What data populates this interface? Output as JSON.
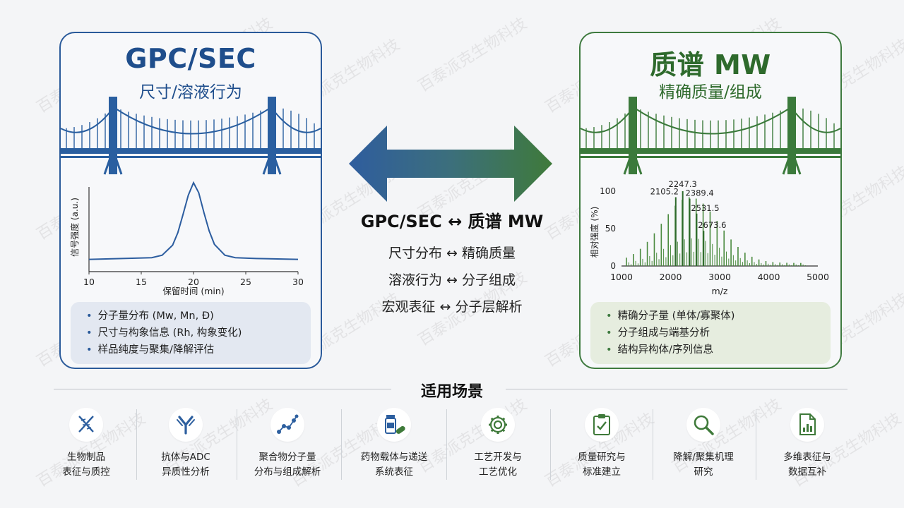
{
  "left": {
    "title": "GPC/SEC",
    "subtitle": "尺寸/溶液行为",
    "chart": {
      "ylabel": "信号强度 (a.u.)",
      "xlabel": "保留时间 (min)",
      "xticks": [
        "10",
        "15",
        "20",
        "25",
        "30"
      ]
    },
    "bullets": [
      "分子量分布 (Mw, Mn, Đ)",
      "尺寸与构象信息 (Rh, 构象变化)",
      "样品纯度与聚集/降解评估"
    ]
  },
  "right": {
    "title": "质谱 MW",
    "subtitle": "精确质量/组成",
    "chart": {
      "ylabel": "相对强度 (%)",
      "xlabel": "m/z",
      "xticks": [
        "1000",
        "2000",
        "3000",
        "4000",
        "5000"
      ],
      "yticks": [
        "0",
        "50",
        "100"
      ],
      "peak_labels": [
        "2247.3",
        "2105.2",
        "2389.4",
        "2531.5",
        "2673.6"
      ]
    },
    "bullets": [
      "精确分子量 (单体/寡聚体)",
      "分子组成与端基分析",
      "结构异构体/序列信息"
    ]
  },
  "center": {
    "title": "GPC/SEC ↔ 质谱 MW",
    "rows": [
      "尺寸分布 ↔ 精确质量",
      "溶液行为 ↔ 分子组成",
      "宏观表征 ↔ 分子层解析"
    ]
  },
  "section_title": "适用场景",
  "scenarios": [
    {
      "icon": "dna-icon",
      "label": [
        "生物制品",
        "表征与质控"
      ]
    },
    {
      "icon": "antibody-icon",
      "label": [
        "抗体与ADC",
        "异质性分析"
      ]
    },
    {
      "icon": "polymer-icon",
      "label": [
        "聚合物分子量",
        "分布与组成解析"
      ]
    },
    {
      "icon": "drug-vial-icon",
      "label": [
        "药物载体与递送",
        "系统表征"
      ]
    },
    {
      "icon": "gear-icon",
      "label": [
        "工艺开发与",
        "工艺优化"
      ]
    },
    {
      "icon": "clipboard-icon",
      "label": [
        "质量研究与",
        "标准建立"
      ]
    },
    {
      "icon": "magnifier-icon",
      "label": [
        "降解/聚集机理",
        "研究"
      ]
    },
    {
      "icon": "document-chart-icon",
      "label": [
        "多维表征与",
        "数据互补"
      ]
    }
  ],
  "watermark": "百泰派克生物科技",
  "chart_data": [
    {
      "type": "line",
      "xlabel": "保留时间 (min)",
      "ylabel": "信号强度 (a.u.)",
      "xlim": [
        10,
        30
      ],
      "x": [
        10,
        16,
        17,
        18,
        18.5,
        19,
        19.5,
        20,
        20.5,
        21,
        21.5,
        22,
        23,
        24,
        26,
        30
      ],
      "y": [
        0.08,
        0.1,
        0.13,
        0.25,
        0.4,
        0.62,
        0.85,
        1.0,
        0.88,
        0.64,
        0.42,
        0.26,
        0.13,
        0.1,
        0.09,
        0.08
      ]
    },
    {
      "type": "bar",
      "xlabel": "m/z",
      "ylabel": "相对强度 (%)",
      "xlim": [
        1000,
        5000
      ],
      "ylim": [
        0,
        100
      ],
      "labeled_peaks": [
        {
          "x": 2105.2,
          "y": 92
        },
        {
          "x": 2247.3,
          "y": 100
        },
        {
          "x": 2389.4,
          "y": 90
        },
        {
          "x": 2531.5,
          "y": 70
        },
        {
          "x": 2673.6,
          "y": 47
        }
      ]
    }
  ]
}
